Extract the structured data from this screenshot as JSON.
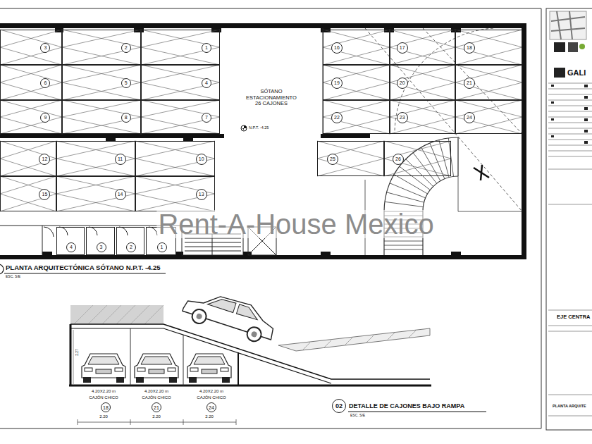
{
  "diagram": {
    "title": "PLANTA ARQUITECTÓNICA SÓTANO N.P.T. -4.25",
    "nodes": [
      {
        "text": [
          "3"
        ]
      },
      {
        "text": [
          "2"
        ]
      },
      {
        "text": [
          "1"
        ]
      },
      {
        "text": [
          "16"
        ]
      },
      {
        "text": [
          "17"
        ]
      },
      {
        "text": [
          "18"
        ]
      },
      {
        "text": [
          "6"
        ]
      },
      {
        "text": [
          "5"
        ]
      },
      {
        "text": [
          "4"
        ]
      },
      {
        "text": [
          "19"
        ]
      },
      {
        "text": [
          "20"
        ]
      },
      {
        "text": [
          "21"
        ]
      },
      {
        "text": [
          "9"
        ]
      },
      {
        "text": [
          "8"
        ]
      },
      {
        "text": [
          "7"
        ]
      },
      {
        "text": [
          "22"
        ]
      },
      {
        "text": [
          "23"
        ]
      },
      {
        "text": [
          "24"
        ]
      },
      {
        "text": [
          "12"
        ]
      },
      {
        "text": [
          "11"
        ]
      },
      {
        "text": [
          "10"
        ]
      },
      {
        "text": [
          "25"
        ]
      },
      {
        "text": [
          "26"
        ]
      },
      {
        "text": [
          "15"
        ]
      },
      {
        "text": [
          "14"
        ]
      },
      {
        "text": [
          "13"
        ]
      },
      {
        "text": [
          "4"
        ]
      },
      {
        "text": [
          "3"
        ]
      },
      {
        "text": [
          "2"
        ]
      },
      {
        "text": [
          "1"
        ]
      },
      {
        "text": [
          "18"
        ]
      },
      {
        "text": [
          "21"
        ]
      },
      {
        "text": [
          "24"
        ]
      },
      {
        "text": [
          "02"
        ]
      }
    ],
    "labels": [
      "SÓTANO ESTACIONAMIENTO 26 CAJONES",
      "N.P.T. -4.25",
      "Rent-A-House Mexico",
      "ESC. S/E",
      "4.20X2.20 m",
      "CAJÓN CHICO",
      "2.20",
      "4.20X2.20 m",
      "CAJÓN CHICO",
      "2.20",
      "4.20X2.20 m",
      "CAJÓN CHICO",
      "2.20",
      "2.27",
      "DETALLE DE CAJONES BAJO RAMPA",
      "ESC. S/E",
      "GALI",
      "EJE CENTRA",
      "PLANTA ARQUITE"
    ]
  }
}
